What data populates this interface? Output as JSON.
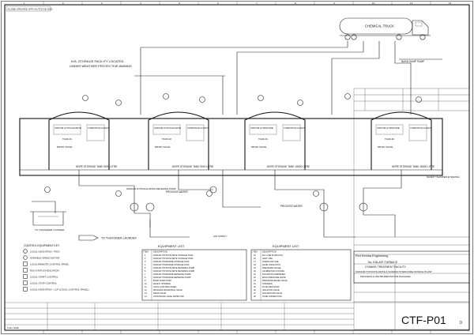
{
  "sheet": {
    "corner_note": "A1 (DB) CREATED WITH AUTOCAD 2002",
    "drawing_number": "CTF-P01",
    "revision": "0",
    "scale_text": "FULL SIZE",
    "zone_numbers": [
      "1",
      "2",
      "3",
      "4",
      "5",
      "6",
      "7",
      "8",
      "9",
      "10",
      "11",
      "12"
    ]
  },
  "plant": {
    "chemical_truck": "CHEMICAL TRUCK",
    "storage_note_line1": "N.B. STORAGE FACILITY LOCATED",
    "storage_note_line2": "UNDER WEATHER PROTECTIVE AWNING",
    "bund_pump": "BUND SUMP PUMP",
    "to_thickener": "TO THICKENER LAUNDER",
    "dosing_pump": "SODIUM HYPOCHLORITE METERING PUMP",
    "process_water": "PROCESS WATER",
    "air_supply": "AIR SUPPLY",
    "safety_shower": "SAFETY SHOWER EYEWASH"
  },
  "tanks": [
    {
      "product": "SODIUM HYPOCHLORITE",
      "tag": "TANK #1",
      "class": "CORROSIVE CLASS 8",
      "caption": "HDPE STORAGE TANK 9000 LITRE",
      "drain": "DRAIN VALVE"
    },
    {
      "product": "SODIUM HYPOCHLORITE",
      "tag": "TANK #2",
      "class": "CORROSIVE CLASS 8",
      "caption": "HDPE STORAGE TANK 9000 LITRE",
      "drain": "DRAIN VALVE"
    },
    {
      "product": "SODIUM HYDROXIDE",
      "tag": "TANK #1",
      "class": "CORROSIVE CLASS 8",
      "caption": "HDPE STORAGE TANK 15000 LITRE",
      "drain": "DRAIN VALVE"
    },
    {
      "product": "SODIUM HYDROXIDE",
      "tag": "TANK #2",
      "class": "CORROSIVE CLASS 8",
      "caption": "HDPE STORAGE TANK 15000 LITRE",
      "drain": "DRAIN VALVE"
    }
  ],
  "key": {
    "title": "CONTROL EQUIPMENT KEY",
    "items": [
      "LOCAL INDICATION - PIDS",
      "VARIABLE SPEED MOTOR",
      "LOCAL/REMOTE CONTROL PANEL",
      "RUN STATUS INDICATION",
      "LOCAL START CONTROL",
      "LOCAL STOP CONTROL",
      "LOCAL INDICATION - LCP (LOCAL CONTROL PANEL)"
    ]
  },
  "equipment_list_1": {
    "title": "EQUIPMENT LIST",
    "headers": [
      "ITEM",
      "DESCRIPTION"
    ],
    "rows": [
      [
        "1",
        "SODIUM HYPOCHLORITE STORAGE TANK"
      ],
      [
        "2",
        "SODIUM HYPOCHLORITE STORAGE TANK"
      ],
      [
        "3",
        "SODIUM HYDROXIDE STORAGE TANK"
      ],
      [
        "4",
        "SODIUM HYDROXIDE STORAGE TANK"
      ],
      [
        "5",
        "SODIUM HYPOCHLORITE METERING PUMP"
      ],
      [
        "6",
        "SODIUM HYPOCHLORITE METERING PUMP"
      ],
      [
        "7",
        "SODIUM HYDROXIDE METERING PUMP"
      ],
      [
        "8",
        "SODIUM HYDROXIDE METERING PUMP"
      ],
      [
        "9",
        "BUND SUMP PUMP"
      ],
      [
        "10",
        "SAFETY SHOWER"
      ],
      [
        "11",
        "LOCAL CONTROL PANEL"
      ],
      [
        "12",
        "PROCESS WATER BALL VALVE"
      ],
      [
        "13",
        "DRAIN VALVE"
      ],
      [
        "14",
        "ULTRASONIC LEVEL DETECTOR"
      ]
    ]
  },
  "equipment_list_2": {
    "title": "EQUIPMENT LIST",
    "headers": [
      "ITEM",
      "DESCRIPTION"
    ],
    "rows": [
      [
        "15",
        "FILL LINE 50 NB UPVC"
      ],
      [
        "16",
        "VENT LINE"
      ],
      [
        "17",
        "OVERFLOW LINE"
      ],
      [
        "18",
        "LEVEL INDICATION"
      ],
      [
        "19",
        "PRESSURE GAUGE"
      ],
      [
        "20",
        "CALIBRATION COLUMN"
      ],
      [
        "21",
        "PULSATION DAMPENER"
      ],
      [
        "22",
        "BACK PRESSURE VALVE"
      ],
      [
        "23",
        "PRESSURE RELIEF VALVE"
      ],
      [
        "24",
        "STRAINER"
      ],
      [
        "25",
        "FLOW INDICATOR"
      ],
      [
        "26",
        "ISOLATION VALVE"
      ],
      [
        "27",
        "NON RETURN VALVE"
      ],
      [
        "28",
        "HOSE CONNECTION"
      ]
    ]
  },
  "title_block": {
    "company": "Pert Kemba Engineering",
    "line1": "No. 5 BLAST FURNACE",
    "line2": "CYANIDE TREATMENT FACILITY",
    "line3": "SODIUM HYPOCHLORITE & SODIUM HYDROXIDE DOSING PLANT",
    "line4": "PROCESS & INSTRUMENTATION DIAGRAM"
  }
}
